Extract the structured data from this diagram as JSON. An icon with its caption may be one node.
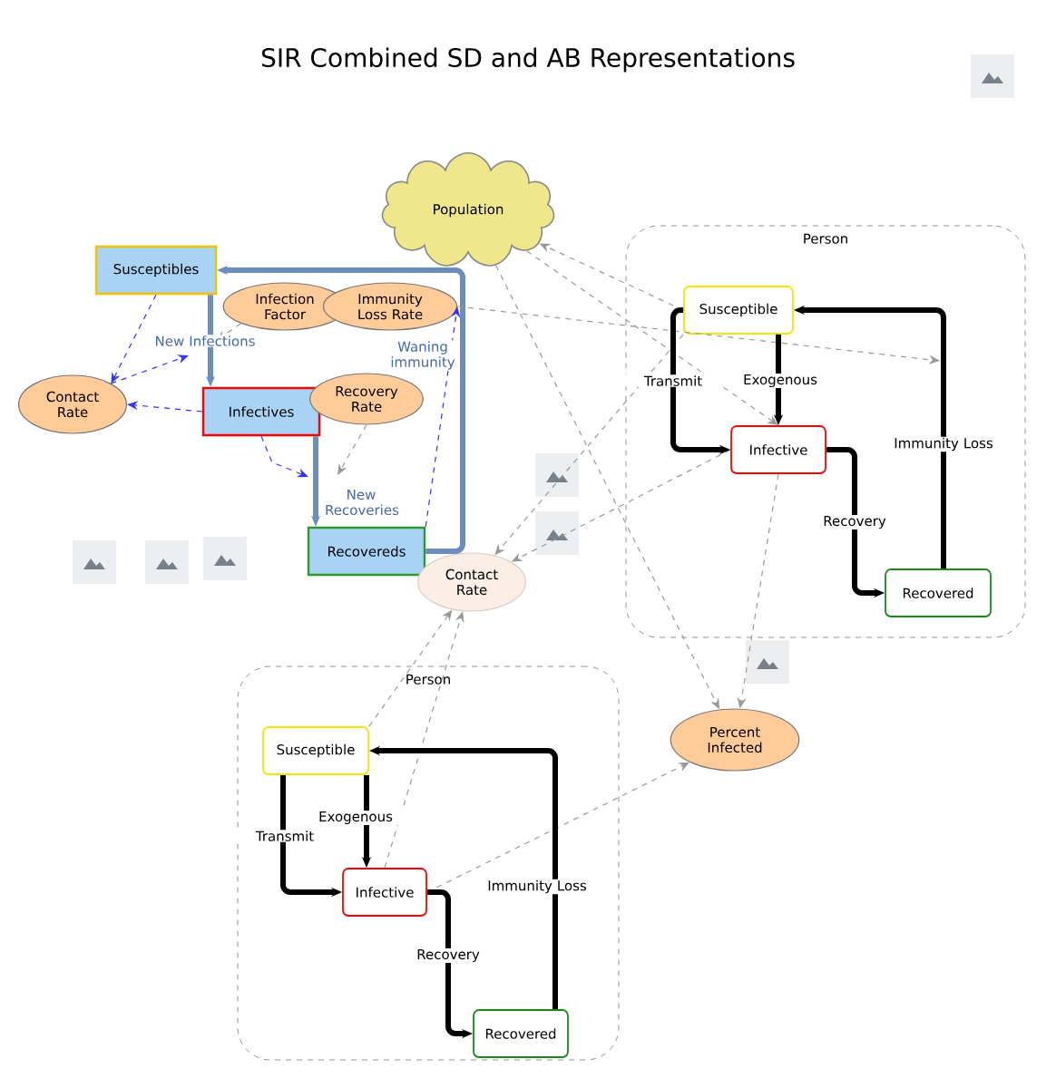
{
  "diagram": {
    "title": "SIR Combined SD and AB Representations",
    "nodes": [
      {
        "text": [
          "Population"
        ]
      },
      {
        "text": [
          "Susceptibles"
        ]
      },
      {
        "text": [
          "Infection Factor"
        ]
      },
      {
        "text": [
          "Immunity Loss Rate"
        ]
      },
      {
        "text": [
          "Contact Rate"
        ]
      },
      {
        "text": [
          "Infectives"
        ]
      },
      {
        "text": [
          "Recovery Rate"
        ]
      },
      {
        "text": [
          "Recovereds"
        ]
      },
      {
        "text": [
          "Person"
        ]
      },
      {
        "text": [
          "Susceptible"
        ],
        "in": 8
      },
      {
        "text": [
          "Infective"
        ],
        "in": 8
      },
      {
        "text": [
          "Recovered"
        ],
        "in": 8
      },
      {
        "text": [
          "Contact Rate"
        ]
      },
      {
        "text": [
          "Percent Infected"
        ]
      },
      {
        "text": [
          "Person"
        ]
      },
      {
        "text": [
          "Susceptible"
        ],
        "in": 14
      },
      {
        "text": [
          "Infective"
        ],
        "in": 14
      },
      {
        "text": [
          "Recovered"
        ],
        "in": 14
      }
    ],
    "edges": [
      {
        "from": 1,
        "to": 5,
        "arrow": "to",
        "label": "New Infections",
        "style": "thick",
        "color": "#6c8ebf"
      },
      {
        "from": 5,
        "to": 7,
        "arrow": "to",
        "label": "New Recoveries",
        "style": "thick",
        "color": "#6c8ebf"
      },
      {
        "from": 7,
        "to": 1,
        "arrow": "to",
        "label": "Waning immunity",
        "style": "thick",
        "color": "#6c8ebf"
      },
      {
        "from": 1,
        "to": 4,
        "arrow": "to",
        "style": "dashed",
        "color": "#3333ff"
      },
      {
        "from": 5,
        "to": 4,
        "arrow": "to",
        "style": "dashed",
        "color": "#3333ff"
      },
      {
        "from": 4,
        "to": null,
        "arrow": "to",
        "style": "dashed",
        "color": "#3333ff"
      },
      {
        "from": 5,
        "to": null,
        "arrow": "to",
        "style": "dashed",
        "color": "#3333ff"
      },
      {
        "from": 7,
        "to": 3,
        "arrow": "to",
        "style": "dashed",
        "color": "#3333ff"
      },
      {
        "from": 2,
        "to": null,
        "arrow": "to",
        "style": "dashed",
        "color": "#999999"
      },
      {
        "from": 6,
        "to": null,
        "arrow": "to",
        "style": "dashed",
        "color": "#999999"
      },
      {
        "from": 3,
        "to": null,
        "arrow": "to",
        "style": "dashed",
        "color": "#999999"
      },
      {
        "from": 0,
        "to": 10,
        "arrow": "to",
        "style": "dashed",
        "color": "#999999"
      },
      {
        "from": 0,
        "to": 13,
        "arrow": "to",
        "style": "dashed",
        "color": "#999999"
      },
      {
        "from": 9,
        "to": 0,
        "arrow": "to",
        "style": "dashed",
        "color": "#999999"
      },
      {
        "from": 9,
        "to": 12,
        "arrow": "to",
        "style": "dashed",
        "color": "#999999"
      },
      {
        "from": 10,
        "to": 12,
        "arrow": "to",
        "style": "dashed",
        "color": "#999999"
      },
      {
        "from": 15,
        "to": 12,
        "arrow": "to",
        "style": "dashed",
        "color": "#999999"
      },
      {
        "from": 16,
        "to": 12,
        "arrow": "to",
        "style": "dashed",
        "color": "#999999"
      },
      {
        "from": 10,
        "to": 13,
        "arrow": "to",
        "style": "dashed",
        "color": "#999999"
      },
      {
        "from": 16,
        "to": 13,
        "arrow": "to",
        "style": "dashed",
        "color": "#999999"
      },
      {
        "from": 9,
        "to": 10,
        "arrow": "to",
        "label": "Transmit",
        "style": "thick",
        "color": "#000000"
      },
      {
        "from": 9,
        "to": 10,
        "arrow": "to",
        "label": "Exogenous",
        "style": "thick",
        "color": "#000000"
      },
      {
        "from": 10,
        "to": 11,
        "arrow": "to",
        "label": "Recovery",
        "style": "thick",
        "color": "#000000"
      },
      {
        "from": 11,
        "to": 9,
        "arrow": "to",
        "label": "Immunity Loss",
        "style": "thick",
        "color": "#000000"
      },
      {
        "from": 15,
        "to": 16,
        "arrow": "to",
        "label": "Transmit",
        "style": "thick",
        "color": "#000000"
      },
      {
        "from": 15,
        "to": 16,
        "arrow": "to",
        "label": "Exogenous",
        "style": "thick",
        "color": "#000000"
      },
      {
        "from": 16,
        "to": 17,
        "arrow": "to",
        "label": "Recovery",
        "style": "thick",
        "color": "#000000"
      },
      {
        "from": 17,
        "to": 15,
        "arrow": "to",
        "label": "Immunity Loss",
        "style": "thick",
        "color": "#000000"
      }
    ]
  }
}
